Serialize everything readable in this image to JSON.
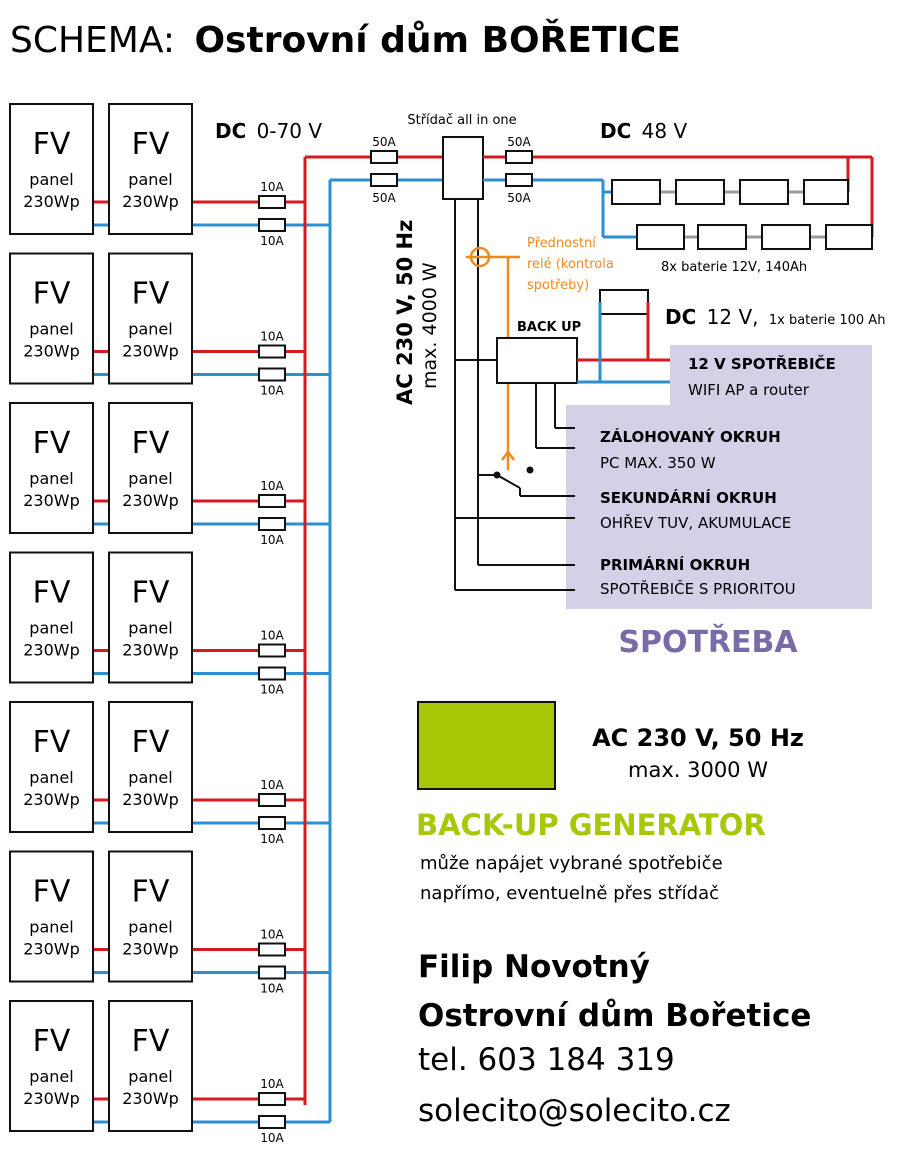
{
  "title": {
    "prefix": "SCHEMA:",
    "main": "Ostrovní dům BOŘETICE"
  },
  "colors": {
    "dc_red": "#d71920",
    "dc_blue": "#2c8fd1",
    "ac_black": "#111111",
    "relay_orange": "#f08a1c",
    "consumption_purple": "#d4d0e8",
    "consumption_text": "#7a6aa8",
    "generator_green": "#a8c706"
  },
  "panels": {
    "fv": "FV",
    "line1": "panel",
    "line2": "230Wp",
    "count_pairs": 7
  },
  "pv_fuse": "10A",
  "dc_pv": {
    "bold": "DC",
    "rest": "0-70 V"
  },
  "inverter": {
    "label": "Střídač all in one"
  },
  "fuses_50": "50A",
  "dc_batt": {
    "bold": "DC",
    "rest": "48 V"
  },
  "batteries": {
    "caption": "8x baterie 12V, 140Ah",
    "count": 8
  },
  "ac_out": {
    "line1": "AC 230 V, 50 Hz",
    "line2": "max. 4000 W"
  },
  "relay": {
    "line1": "Přednostní",
    "line2": "relé (kontrola",
    "line3": "spotřeby)"
  },
  "backup": {
    "label": "BACK UP"
  },
  "dc12": {
    "bold": "DC",
    "rest": "12 V,",
    "note": "1x baterie 100 Ah"
  },
  "circuits": [
    {
      "title": "12 V SPOTŘEBIČE",
      "detail": "WIFI AP a router"
    },
    {
      "title": "ZÁLOHOVANÝ OKRUH",
      "detail": "PC MAX. 350 W"
    },
    {
      "title": "SEKUNDÁRNÍ OKRUH",
      "detail": "OHŘEV TUV, AKUMULACE"
    },
    {
      "title": "PRIMÁRNÍ OKRUH",
      "detail": "SPOTŘEBIČE S PRIORITOU"
    }
  ],
  "consumption_label": "SPOTŘEBA",
  "generator": {
    "spec1": "AC 230 V, 50 Hz",
    "spec2": "max. 3000 W",
    "title": "BACK-UP GENERATOR",
    "desc1": "může napájet vybrané spotřebiče",
    "desc2": "napřímo, eventuelně přes střídač"
  },
  "contact": {
    "name": "Filip Novotný",
    "place": "Ostrovní dům Bořetice",
    "phone": "tel. 603 184 319",
    "email": "solecito@solecito.cz"
  }
}
